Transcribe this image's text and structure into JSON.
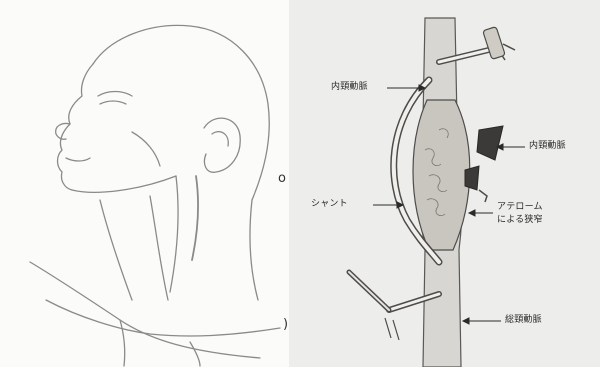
{
  "figure": {
    "left_margin_marks": [
      "o",
      ")"
    ],
    "labels": {
      "internal_carotid": "内頸動脈",
      "external_carotid": "内頸動脈",
      "shunt": "シャント",
      "atheroma_line1": "アテローム",
      "atheroma_line2": "による狭窄",
      "common_carotid": "総頸動脈"
    },
    "colors": {
      "line_art": "#8a8a88",
      "panel_right_bg": "#ededeb",
      "vessel_fill": "#d8d6d2",
      "plaque": "#3c3a38"
    }
  }
}
